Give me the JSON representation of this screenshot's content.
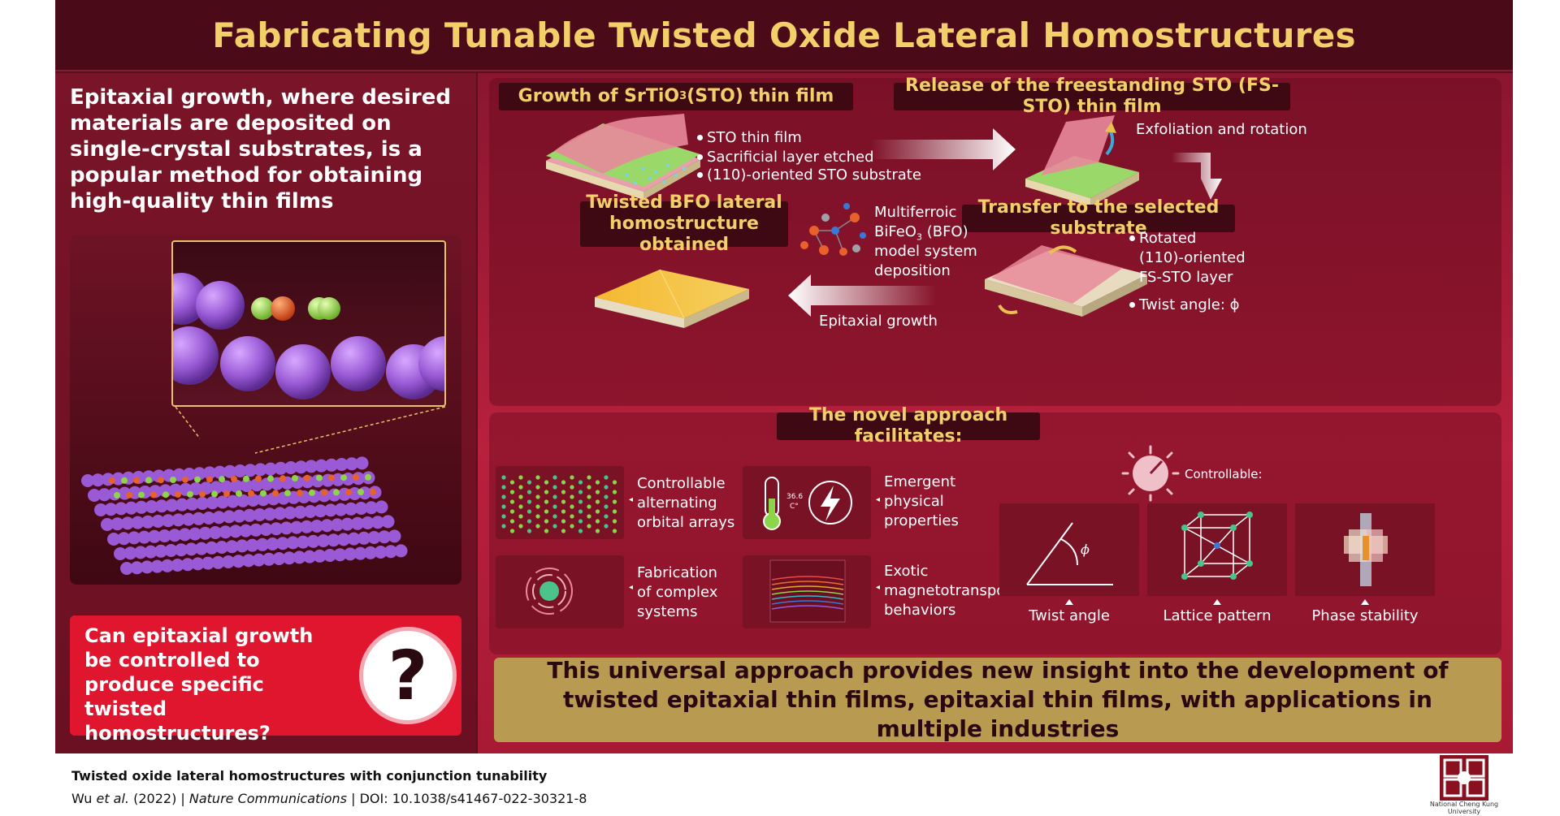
{
  "title": "Fabricating Tunable Twisted Oxide Lateral Homostructures",
  "left": {
    "intro": "Epitaxial growth, where desired materials are deposited on single-crystal substrates, is a popular method for obtaining high-quality thin films",
    "question": "Can epitaxial growth be controlled to produce specific twisted homostructures?",
    "question_mark": "?"
  },
  "process": {
    "step1_title": "Growth of SrTiO",
    "step1_sub": "3",
    "step1_suffix": " (STO) thin film",
    "step1_labels": [
      "STO thin film",
      "Sacrificial layer etched",
      "(110)-oriented STO substrate"
    ],
    "step2_title": "Release of the freestanding STO (FS-STO) thin film",
    "step2_label": "Exfoliation and rotation",
    "step3_title": "Transfer to the selected substrate",
    "step3_labels": [
      "Rotated (110)-oriented FS-STO layer",
      "Twist angle: ϕ"
    ],
    "step3_label_lines": [
      "Rotated",
      "(110)-oriented",
      "FS-STO layer"
    ],
    "step4_title": "Twisted BFO lateral homostructure obtained",
    "step4_title_lines": [
      "Twisted BFO lateral",
      "homostructure obtained"
    ],
    "bfo_label_lines": [
      "Multiferroic",
      "BiFeO",
      "(BFO)",
      "model system",
      "deposition"
    ],
    "bfo_sub": "3",
    "growth_label": "Epitaxial growth"
  },
  "approach": {
    "header": "The novel approach facilitates:",
    "features": [
      {
        "lines": [
          "Controllable",
          "alternating",
          "orbital arrays"
        ]
      },
      {
        "lines": [
          "Emergent",
          "physical",
          "properties"
        ]
      },
      {
        "lines": [
          "Fabrication",
          "of complex",
          "systems"
        ]
      },
      {
        "lines": [
          "Exotic",
          "magnetotransport",
          "behaviors"
        ]
      }
    ],
    "thermo_reading": "36.6",
    "thermo_unit": "C°",
    "controllable_label": "Controllable:",
    "controls": [
      "Twist angle",
      "Lattice pattern",
      "Phase stability"
    ],
    "phi": "ϕ"
  },
  "conclusion": "This universal approach provides new insight into the development of twisted epitaxial thin films, epitaxial thin films, with applications in multiple industries",
  "footer": {
    "paper_title": "Twisted oxide lateral homostructures with conjunction tunability",
    "authors": "Wu",
    "etal": " et al.",
    "year": " (2022) | ",
    "journal": "Nature Communications",
    "doi": " | DOI: 10.1038/s41467-022-30321-8",
    "logo_caption": "National Cheng Kung University"
  },
  "colors": {
    "title": "#f3cf6a",
    "frame": "#5a0f1f",
    "question_box": "#e0162f",
    "conclusion": "#b89a50",
    "atom_purple": "#9a5ad6",
    "atom_green": "#8cd44a",
    "atom_orange": "#e8602a"
  }
}
